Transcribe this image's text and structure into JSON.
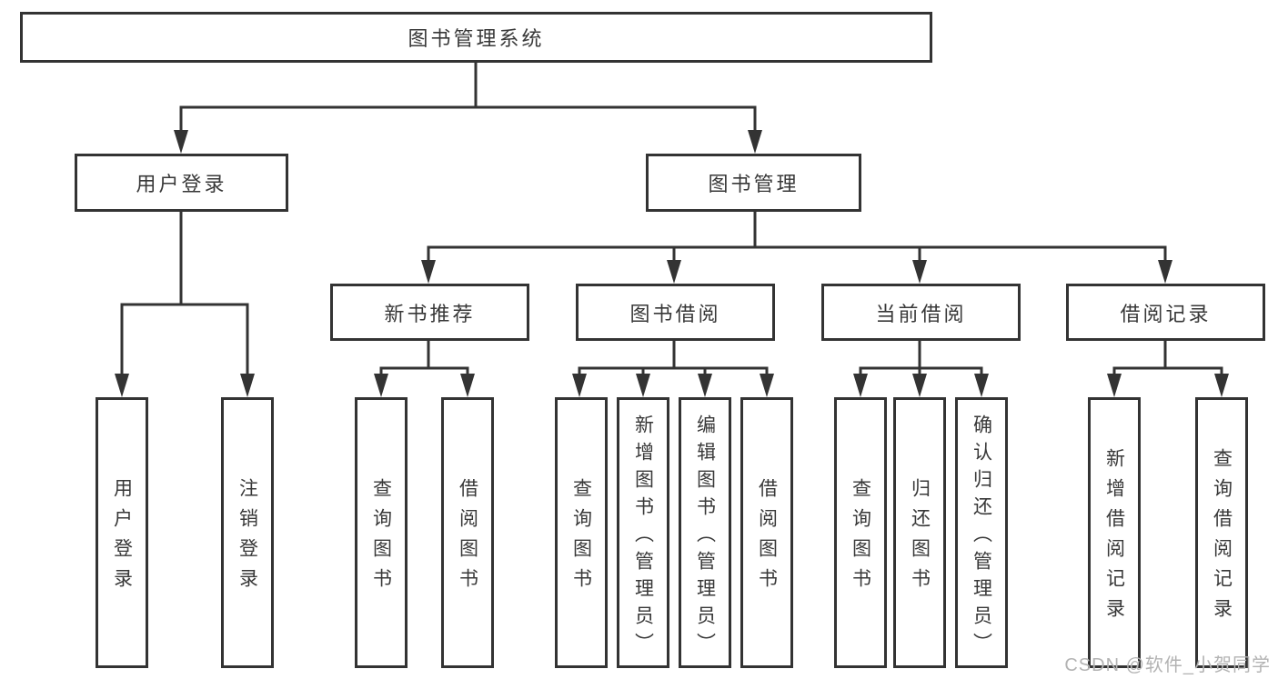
{
  "nodes": {
    "root": {
      "label": "图书管理系统"
    },
    "user_login": {
      "label": "用户登录"
    },
    "book_management": {
      "label": "图书管理"
    },
    "new_book_recommend": {
      "label": "新书推荐"
    },
    "book_borrow": {
      "label": "图书借阅"
    },
    "current_borrow": {
      "label": "当前借阅"
    },
    "borrow_records": {
      "label": "借阅记录"
    },
    "leaf_user_login": {
      "label": "用户登录"
    },
    "leaf_logout": {
      "label": "注销登录"
    },
    "leaf_nb_query": {
      "label": "查询图书"
    },
    "leaf_nb_borrow": {
      "label": "借阅图书"
    },
    "leaf_bb_query": {
      "label": "查询图书"
    },
    "leaf_bb_add": {
      "label": "新增图书（管理员）"
    },
    "leaf_bb_edit": {
      "label": "编辑图书（管理员）"
    },
    "leaf_bb_borrow": {
      "label": "借阅图书"
    },
    "leaf_cb_query": {
      "label": "查询图书"
    },
    "leaf_cb_return": {
      "label": "归还图书"
    },
    "leaf_cb_confirm": {
      "label": "确认归还（管理员）"
    },
    "leaf_br_add": {
      "label": "新增借阅记录"
    },
    "leaf_br_query": {
      "label": "查询借阅记录"
    }
  },
  "edges": [
    {
      "from": "root",
      "to": "user_login"
    },
    {
      "from": "root",
      "to": "book_management"
    },
    {
      "from": "user_login",
      "to": "leaf_user_login"
    },
    {
      "from": "user_login",
      "to": "leaf_logout"
    },
    {
      "from": "book_management",
      "to": "new_book_recommend"
    },
    {
      "from": "book_management",
      "to": "book_borrow"
    },
    {
      "from": "book_management",
      "to": "current_borrow"
    },
    {
      "from": "book_management",
      "to": "borrow_records"
    },
    {
      "from": "new_book_recommend",
      "to": "leaf_nb_query"
    },
    {
      "from": "new_book_recommend",
      "to": "leaf_nb_borrow"
    },
    {
      "from": "book_borrow",
      "to": "leaf_bb_query"
    },
    {
      "from": "book_borrow",
      "to": "leaf_bb_add"
    },
    {
      "from": "book_borrow",
      "to": "leaf_bb_edit"
    },
    {
      "from": "book_borrow",
      "to": "leaf_bb_borrow"
    },
    {
      "from": "current_borrow",
      "to": "leaf_cb_query"
    },
    {
      "from": "current_borrow",
      "to": "leaf_cb_return"
    },
    {
      "from": "current_borrow",
      "to": "leaf_cb_confirm"
    },
    {
      "from": "borrow_records",
      "to": "leaf_br_add"
    },
    {
      "from": "borrow_records",
      "to": "leaf_br_query"
    }
  ],
  "watermark": {
    "text": "CSDN @软件_小贺同学"
  },
  "colors": {
    "line": "#333333",
    "text": "#383838",
    "box_background": "#ffffff",
    "watermark_text": "#b3b3b3"
  }
}
